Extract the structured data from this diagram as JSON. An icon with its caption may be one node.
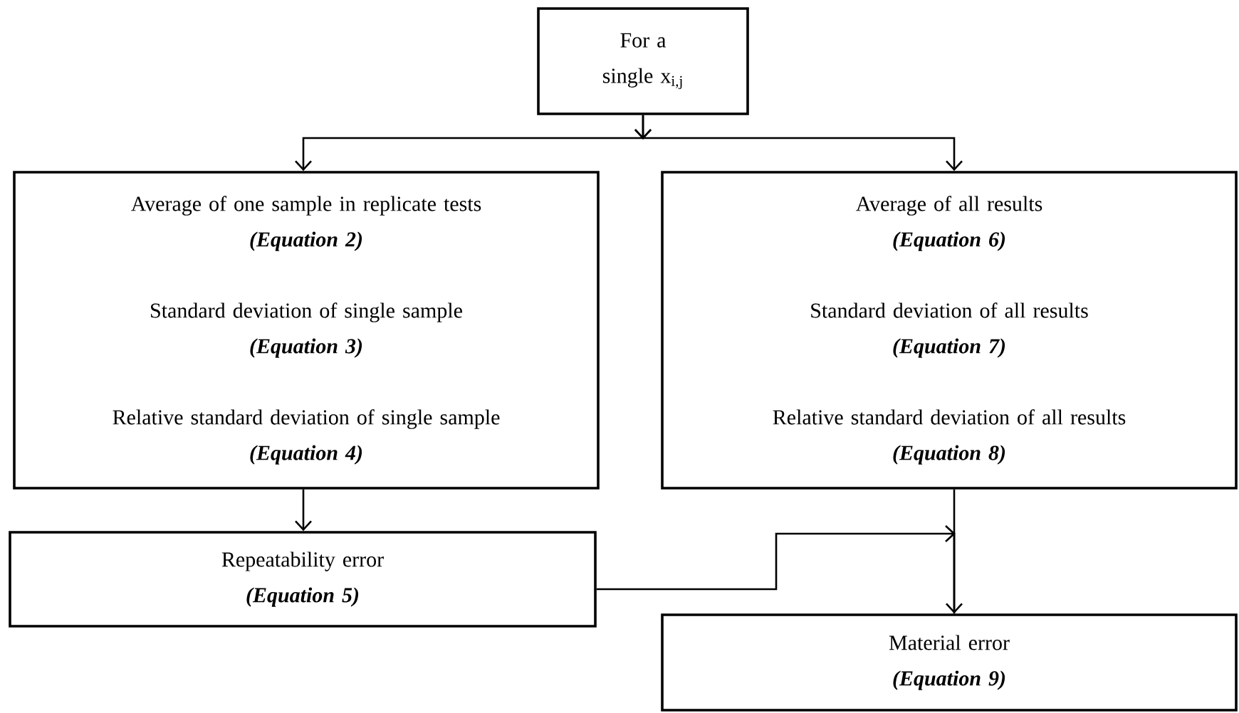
{
  "diagram": {
    "nodes": [
      {
        "text": [
          "For a single x$_{i,j}$"
        ]
      },
      {
        "text": [
          "Average of one sample in replicate tests",
          "(Equation 2)",
          "Standard deviation of single sample",
          "(Equation 3)",
          "Relative standard deviation of single sample",
          "(Equation 4)"
        ]
      },
      {
        "text": [
          "Average of all results",
          "(Equation 6)",
          "Standard deviation of all results",
          "(Equation 7)",
          "Relative standard deviation of all results",
          "(Equation 8)"
        ]
      },
      {
        "text": [
          "Repeatability error",
          "(Equation 5)"
        ]
      },
      {
        "text": [
          "Material error",
          "(Equation 9)"
        ]
      }
    ],
    "edges": [
      {
        "from": 0,
        "to": 1,
        "arrow": "to"
      },
      {
        "from": 0,
        "to": 2,
        "arrow": "to"
      },
      {
        "from": 1,
        "to": 3,
        "arrow": "to"
      },
      {
        "from": 3,
        "to": 4,
        "arrow": "to"
      },
      {
        "from": 2,
        "to": 4,
        "arrow": "to"
      }
    ]
  }
}
